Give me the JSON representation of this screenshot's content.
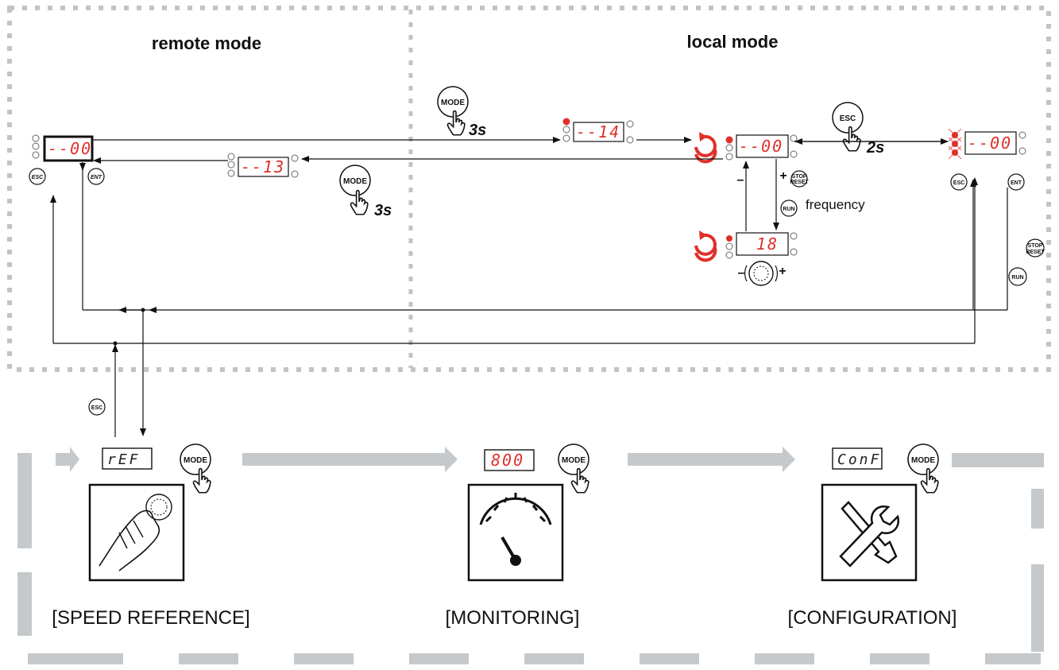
{
  "modes": {
    "remote_title": "remote mode",
    "local_title": "local mode"
  },
  "timings": {
    "mode_hold_1": "3s",
    "mode_hold_2": "3s",
    "esc_hold": "2s"
  },
  "displays": {
    "remote": "--00",
    "code_13": "--13",
    "code_14": "--14",
    "local": "--00",
    "local_freq": "18",
    "local_right": "--00",
    "ref": "rEF",
    "mon": "800",
    "conf": "ConF"
  },
  "buttons": {
    "mode": "MODE",
    "esc": "ESC",
    "ent": "ENT",
    "run": "RUN",
    "stop": "STOP",
    "reset": "RESET"
  },
  "labels": {
    "frequency": "frequency",
    "plus": "+",
    "minus": "–"
  },
  "menus": [
    {
      "label": "[SPEED REFERENCE]",
      "icon": "hand-on-knob-icon"
    },
    {
      "label": "[MONITORING]",
      "icon": "gauge-icon"
    },
    {
      "label": "[CONFIGURATION]",
      "icon": "tools-icon"
    }
  ],
  "colors": {
    "display_red": "#e0302a",
    "flow_arrow_gray": "#c5c9cc",
    "dashed_border": "#c0c4c8",
    "rotate_icon_red": "#e0302a"
  }
}
